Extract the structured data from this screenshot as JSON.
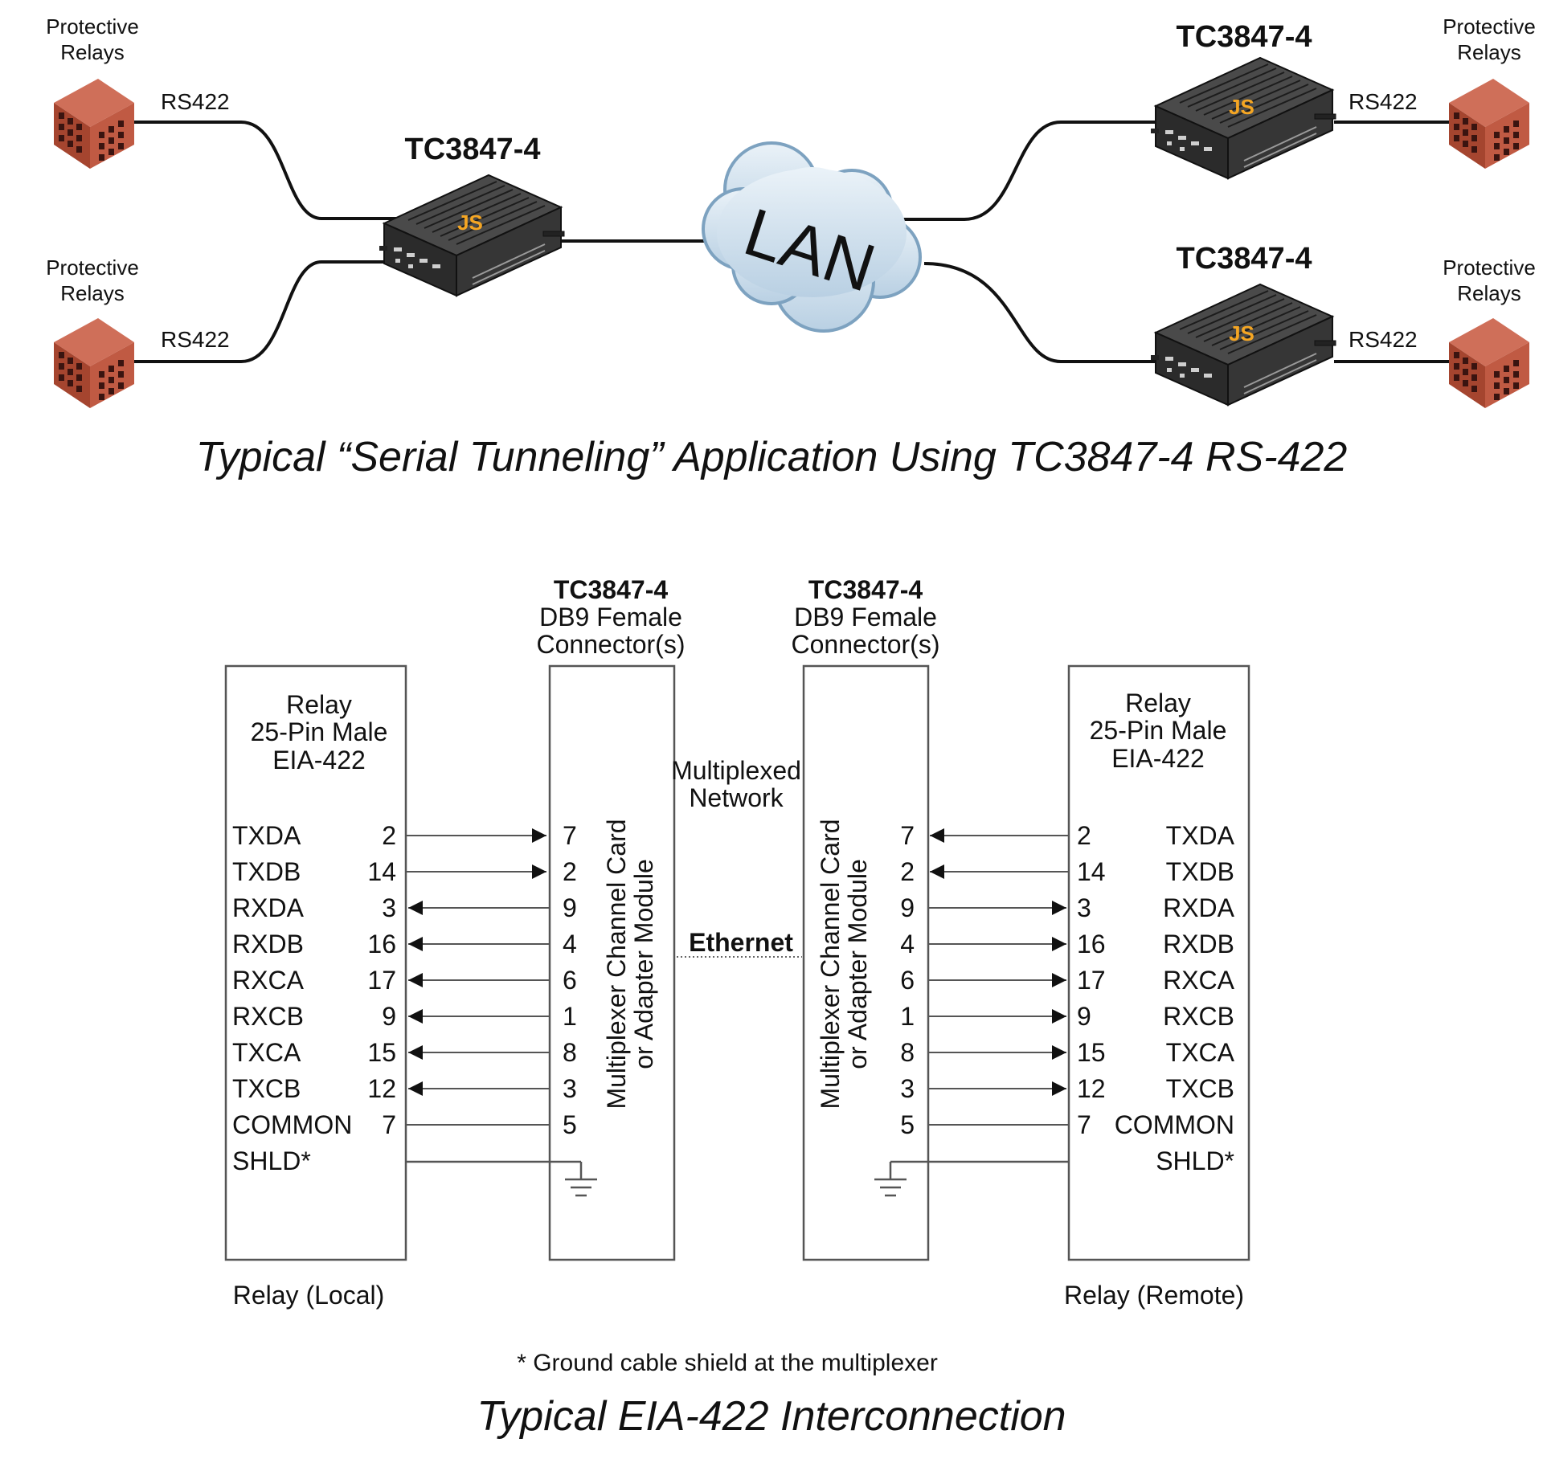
{
  "top": {
    "relay_label": "Protective Relays",
    "relay_label_line1": "Protective",
    "relay_label_line2": "Relays",
    "link_label": "RS422",
    "device_label": "TC3847-4",
    "device_logo": "JS",
    "network_label": "LAN",
    "caption": "Typical “Serial Tunneling” Application Using TC3847-4 RS-422"
  },
  "bottom": {
    "relay_box": {
      "line1": "Relay",
      "line2": "25-Pin Male",
      "line3": "EIA-422"
    },
    "connector": {
      "line1": "TC3847-4",
      "line2": "DB9 Female",
      "line3": "Connector(s)"
    },
    "module_line1": "Multiplexer Channel Card",
    "module_line2": "or Adapter Module",
    "multiplexed_line1": "Multiplexed",
    "multiplexed_line2": "Network",
    "ethernet_label": "Ethernet",
    "local_label": "Relay (Local)",
    "remote_label": "Relay (Remote)",
    "footnote": "* Ground cable shield at the multiplexer",
    "caption": "Typical EIA-422 Interconnection",
    "local_signals": [
      {
        "name": "TXDA",
        "relay_pin": "2",
        "db9_pin": "7",
        "dir": "out"
      },
      {
        "name": "TXDB",
        "relay_pin": "14",
        "db9_pin": "2",
        "dir": "out"
      },
      {
        "name": "RXDA",
        "relay_pin": "3",
        "db9_pin": "9",
        "dir": "in"
      },
      {
        "name": "RXDB",
        "relay_pin": "16",
        "db9_pin": "4",
        "dir": "in"
      },
      {
        "name": "RXCA",
        "relay_pin": "17",
        "db9_pin": "6",
        "dir": "in"
      },
      {
        "name": "RXCB",
        "relay_pin": "9",
        "db9_pin": "1",
        "dir": "in"
      },
      {
        "name": "TXCA",
        "relay_pin": "15",
        "db9_pin": "8",
        "dir": "in"
      },
      {
        "name": "TXCB",
        "relay_pin": "12",
        "db9_pin": "3",
        "dir": "in"
      },
      {
        "name": "COMMON",
        "relay_pin": "7",
        "db9_pin": "5",
        "dir": "none"
      },
      {
        "name": "SHLD*",
        "relay_pin": "",
        "db9_pin": "",
        "dir": "ground"
      }
    ],
    "remote_signals": [
      {
        "name": "TXDA",
        "relay_pin": "2",
        "db9_pin": "7",
        "dir": "in"
      },
      {
        "name": "TXDB",
        "relay_pin": "14",
        "db9_pin": "2",
        "dir": "in"
      },
      {
        "name": "RXDA",
        "relay_pin": "3",
        "db9_pin": "9",
        "dir": "out"
      },
      {
        "name": "RXDB",
        "relay_pin": "16",
        "db9_pin": "4",
        "dir": "out"
      },
      {
        "name": "RXCA",
        "relay_pin": "17",
        "db9_pin": "6",
        "dir": "out"
      },
      {
        "name": "RXCB",
        "relay_pin": "9",
        "db9_pin": "1",
        "dir": "out"
      },
      {
        "name": "TXCA",
        "relay_pin": "15",
        "db9_pin": "8",
        "dir": "out"
      },
      {
        "name": "TXCB",
        "relay_pin": "12",
        "db9_pin": "3",
        "dir": "out"
      },
      {
        "name": "COMMON",
        "relay_pin": "7",
        "db9_pin": "5",
        "dir": "none"
      },
      {
        "name": "SHLD*",
        "relay_pin": "",
        "db9_pin": "",
        "dir": "ground"
      }
    ]
  },
  "colors": {
    "relay_block": "#b5513c",
    "relay_block_dark": "#7d3324",
    "device_body": "#3a3a3a",
    "logo_orange": "#f5a623",
    "logo_blue": "#3d7fc4",
    "cloud": "#c9dcea",
    "cloud_edge": "#6f93b4"
  },
  "icons": [
    "protective-relay-icon",
    "tc3847-device-icon",
    "lan-cloud-icon",
    "ground-icon",
    "arrow-icon"
  ]
}
